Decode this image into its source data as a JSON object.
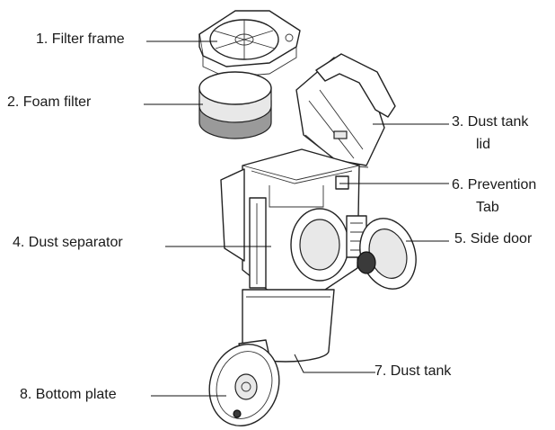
{
  "labels": {
    "filter_frame": "1. Filter frame",
    "foam_filter": "2. Foam filter",
    "dust_tank_lid_line1": "3. Dust tank",
    "dust_tank_lid_line2": "lid",
    "dust_separator": "4. Dust separator",
    "side_door": "5. Side door",
    "prevention_tab_line1": "6. Prevention",
    "prevention_tab_line2": "Tab",
    "dust_tank": "7. Dust tank",
    "bottom_plate": "8. Bottom plate"
  }
}
